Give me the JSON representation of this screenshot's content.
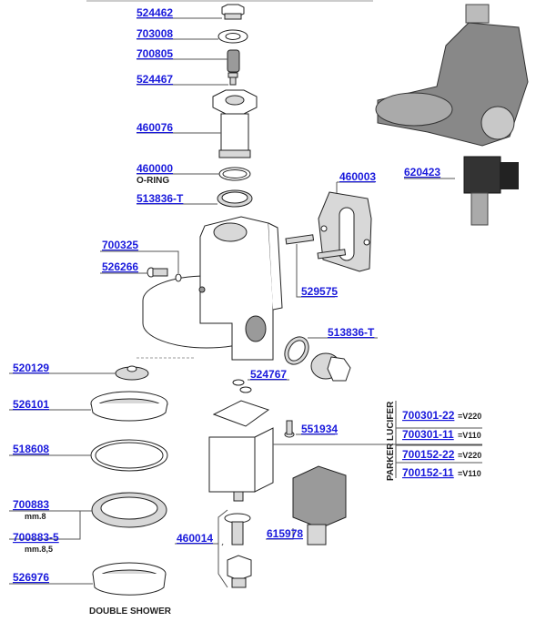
{
  "diagram": {
    "title": "Group head exploded parts diagram",
    "parts": {
      "p524462": {
        "code": "524462"
      },
      "p703008": {
        "code": "703008"
      },
      "p700805": {
        "code": "700805"
      },
      "p524467": {
        "code": "524467"
      },
      "p460076": {
        "code": "460076"
      },
      "p460000": {
        "code": "460000",
        "note": "O-RING"
      },
      "p513836a": {
        "code": "513836-T"
      },
      "p460003": {
        "code": "460003"
      },
      "p620423": {
        "code": "620423"
      },
      "p700325": {
        "code": "700325"
      },
      "p526266": {
        "code": "526266"
      },
      "p529575": {
        "code": "529575"
      },
      "p513836b": {
        "code": "513836-T"
      },
      "p520129": {
        "code": "520129"
      },
      "p524767": {
        "code": "524767"
      },
      "p526101": {
        "code": "526101"
      },
      "p551934": {
        "code": "551934"
      },
      "p518608": {
        "code": "518608"
      },
      "p700883": {
        "code": "700883",
        "note": "mm.8"
      },
      "p700883_5": {
        "code": "700883-5",
        "note": "mm.8,5"
      },
      "p460014": {
        "code": "460014"
      },
      "p615978": {
        "code": "615978"
      },
      "p526976": {
        "code": "526976",
        "note": "DOUBLE SHOWER"
      }
    },
    "solenoid_table": {
      "groups": [
        {
          "brand": "LUCIFER",
          "rows": [
            {
              "code": "700301-22",
              "voltage": "=V220"
            },
            {
              "code": "700301-11",
              "voltage": "=V110"
            }
          ]
        },
        {
          "brand": "PARKER",
          "rows": [
            {
              "code": "700152-22",
              "voltage": "=V220"
            },
            {
              "code": "700152-11",
              "voltage": "=V110"
            }
          ]
        }
      ]
    },
    "colors": {
      "link": "#1a1adc",
      "line": "#555555"
    }
  }
}
